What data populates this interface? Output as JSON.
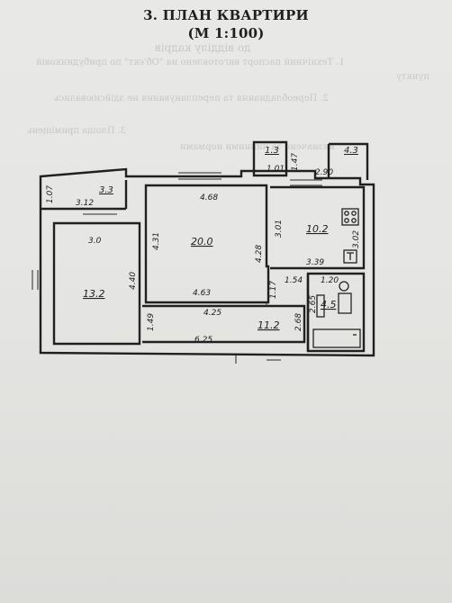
{
  "title_line1": "3. ПЛАН КВАРТИРИ",
  "title_line2": "(М 1:100)",
  "show_through_text": [
    "до відділу кадрів",
    "1. Технічний паспорт виготовлено на \"Об'єкт\" по прибудинковій",
    "пункту",
    "2. Переобладнання та перепланування не здійснювались",
    "3. Площа приміщень",
    "визначено за чинними нормами"
  ],
  "rooms": [
    {
      "id": "room-13-2",
      "area": "13.2"
    },
    {
      "id": "room-20-0",
      "area": "20.0"
    },
    {
      "id": "room-10-2",
      "area": "10.2"
    },
    {
      "id": "room-11-2",
      "area": "11.2"
    },
    {
      "id": "room-4-5",
      "area": "4.5"
    },
    {
      "id": "room-3-3",
      "area": "3.3"
    },
    {
      "id": "room-1-3",
      "area": "1.3"
    },
    {
      "id": "room-4-3",
      "area": "4.3"
    }
  ],
  "dimensions": [
    "1.07",
    "3.12",
    "3.0",
    "4.40",
    "4.68",
    "4.31",
    "4.28",
    "4.63",
    "4.25",
    "1.49",
    "6.25",
    "1.17",
    "2.68",
    "2.65",
    "1.54",
    "3.39",
    "1.20",
    "3.01",
    "3.02",
    "2.90",
    "1.01",
    "1.47"
  ]
}
